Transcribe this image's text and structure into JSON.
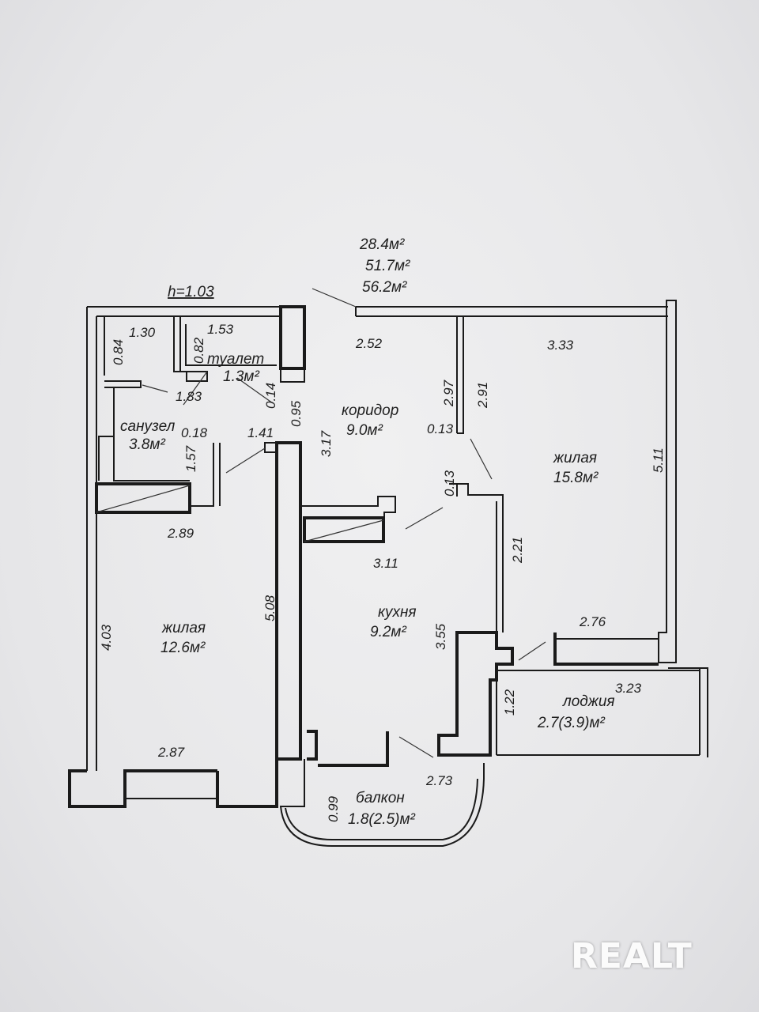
{
  "totals": {
    "living": "28.4м²",
    "total": "51.7м²",
    "total_with_balconies": "56.2м²"
  },
  "ceiling_note": "h=1.03",
  "rooms": {
    "toilet": {
      "name": "туалет",
      "area": "1.3м²"
    },
    "bathroom": {
      "name": "санузел",
      "area": "3.8м²"
    },
    "corridor": {
      "name": "коридор",
      "area": "9.0м²"
    },
    "living_right": {
      "name": "жилая",
      "area": "15.8м²"
    },
    "kitchen": {
      "name": "кухня",
      "area": "9.2м²"
    },
    "living_left": {
      "name": "жилая",
      "area": "12.6м²"
    },
    "loggia": {
      "name": "лоджия",
      "area": "2.7(3.9)м²"
    },
    "balcony": {
      "name": "балкон",
      "area": "1.8(2.5)м²"
    }
  },
  "dimensions": {
    "d130": "1.30",
    "d084": "0.84",
    "d153": "1.53",
    "d082": "0.82",
    "d183": "1.83",
    "d014": "0.14",
    "d018": "0.18",
    "d157": "1.57",
    "d141": "1.41",
    "d095": "0.95",
    "d317": "3.17",
    "d252": "2.52",
    "d333": "3.33",
    "d297": "2.97",
    "d291": "2.91",
    "d013a": "0.13",
    "d013b": "0.13",
    "d511": "5.11",
    "d289": "2.89",
    "d311": "3.11",
    "d221": "2.21",
    "d403": "4.03",
    "d508": "5.08",
    "d355": "3.55",
    "d276": "2.76",
    "d323": "3.23",
    "d122": "1.22",
    "d287": "2.87",
    "d273": "2.73",
    "d099": "0.99"
  },
  "watermark": "REALT"
}
